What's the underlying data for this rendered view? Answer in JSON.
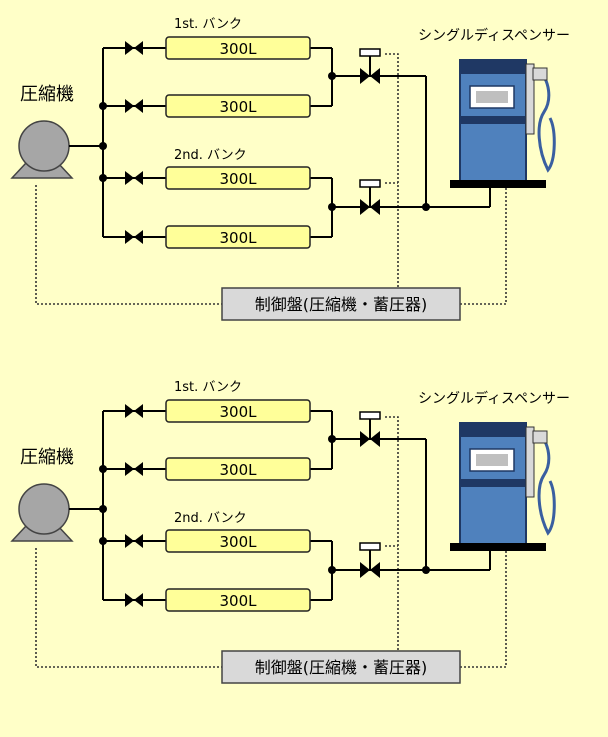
{
  "diagrams": [
    {
      "compressor_label": "圧縮機",
      "bank_labels": [
        "1st. バンク",
        "2nd. バンク"
      ],
      "tanks": [
        "300L",
        "300L",
        "300L",
        "300L"
      ],
      "dispenser_label": "シングルディスペンサー",
      "controller_label": "制御盤(圧縮機・蓄圧器)"
    },
    {
      "compressor_label": "圧縮機",
      "bank_labels": [
        "1st. バンク",
        "2nd. バンク"
      ],
      "tanks": [
        "300L",
        "300L",
        "300L",
        "300L"
      ],
      "dispenser_label": "シングルディスペンサー",
      "controller_label": "制御盤(圧縮機・蓄圧器)"
    }
  ],
  "colors": {
    "background": "#FFFFC8",
    "tank_fill": "#FFFF99",
    "compressor_fill": "#A6A6A6",
    "controller_fill": "#D9D9D9",
    "dispenser_body": "#4F81BD",
    "dispenser_dark": "#1F3864",
    "pipe": "#000000"
  }
}
